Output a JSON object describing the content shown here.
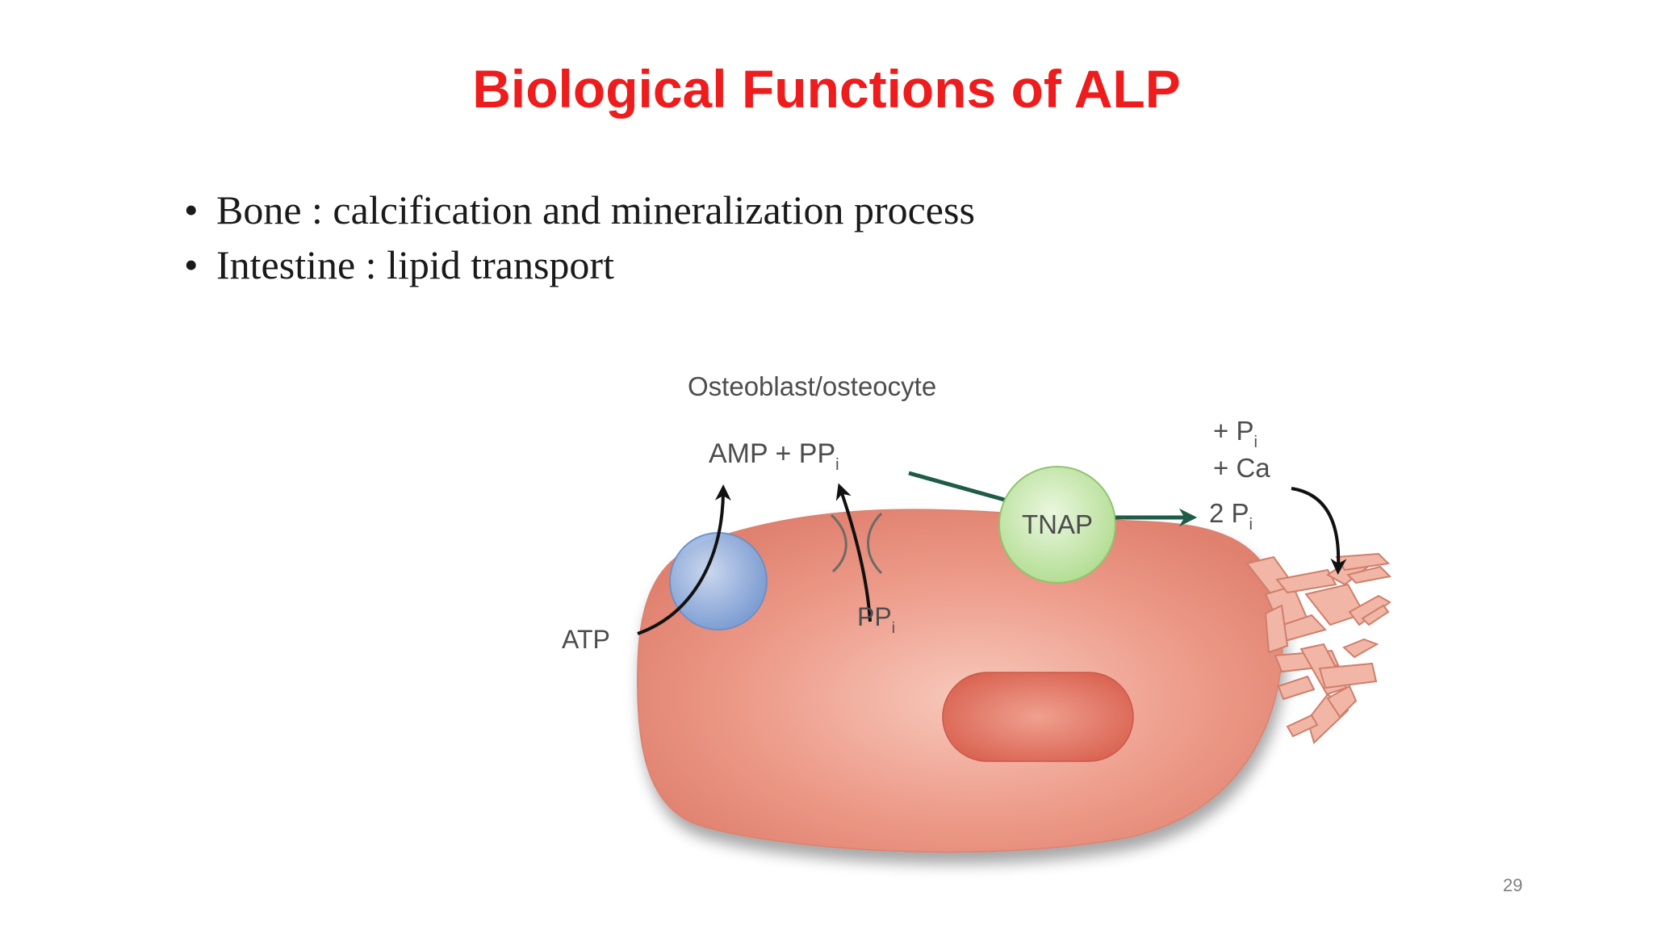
{
  "slide": {
    "title": "Biological Functions of ALP",
    "bullets": [
      "Bone : calcification and mineralization process",
      "Intestine : lipid transport"
    ],
    "page_number": "29"
  },
  "diagram": {
    "cell_label": "Osteoblast/osteocyte",
    "amp_pp": "AMP + PP",
    "sub_i": "i",
    "pp": "PP",
    "atp": "ATP",
    "enzyme": "TNAP",
    "plus_pi": "+ P",
    "plus_ca": "+ Ca",
    "two_pi": "2 P"
  },
  "colors": {
    "title": "#ee1c1c",
    "cell": "#e88c7c",
    "nucleus": "#dc6a5a",
    "crystal": "#f0b2a2",
    "tnap": "#c8eab0",
    "transporter": "#8fb1e2",
    "green_arrow": "#1f5c48"
  }
}
